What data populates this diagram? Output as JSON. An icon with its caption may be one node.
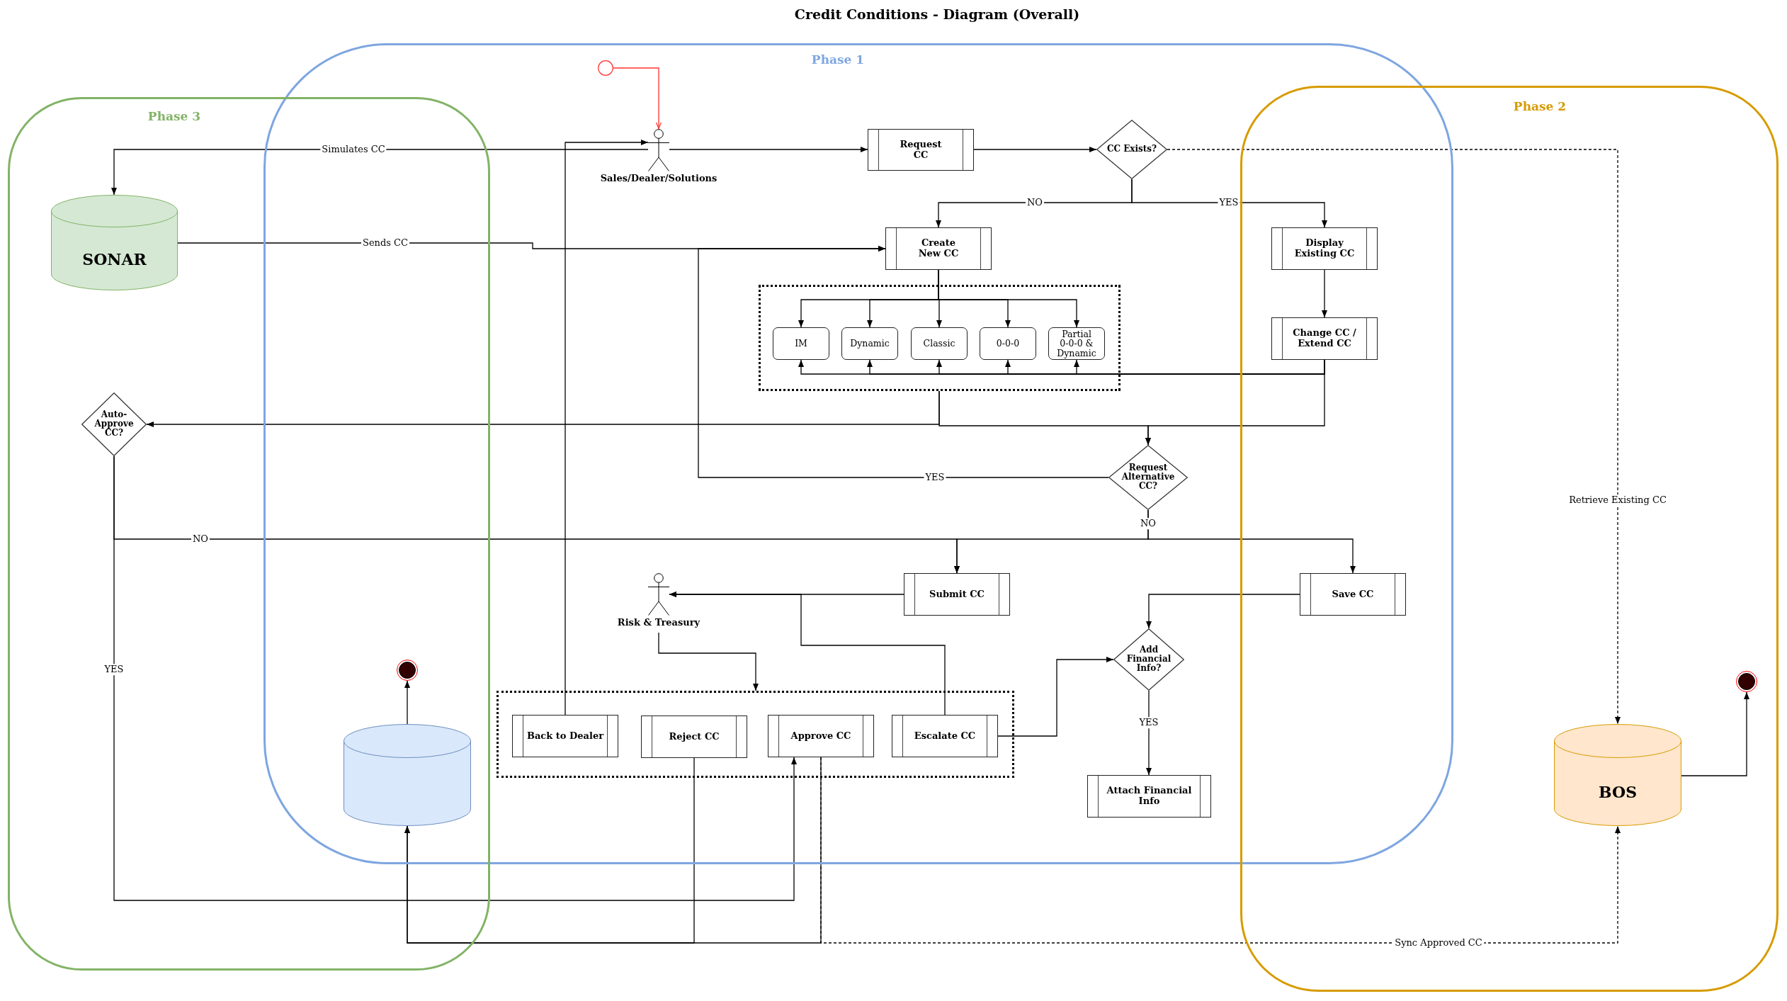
{
  "diagram": {
    "title": "Credit Conditions - Diagram (Overall)",
    "nodes": [
      {
        "text": [
          "Phase 1"
        ]
      },
      {
        "text": [
          "Phase 3"
        ]
      },
      {
        "text": [
          "Phase 2"
        ]
      },
      {
        "text": [],
        "shape": "circle",
        "in": 0
      },
      {
        "text": [
          "Sales/Dealer/Solutions"
        ],
        "in": 0
      },
      {
        "text": [
          "Request CC"
        ],
        "in": 0
      },
      {
        "text": [
          "CC Exists?"
        ],
        "in": 0
      },
      {
        "text": [
          "SONAR"
        ],
        "in": 1
      },
      {
        "text": [
          "Create New CC"
        ],
        "in": 0
      },
      {
        "text": [
          "Display Existing CC"
        ]
      },
      {
        "text": [],
        "shape": "box",
        "in": 0
      },
      {
        "text": [
          "IM"
        ],
        "in": 10
      },
      {
        "text": [
          "Dynamic"
        ],
        "in": 10
      },
      {
        "text": [
          "Classic"
        ],
        "in": 10
      },
      {
        "text": [
          "0-0-0"
        ],
        "in": 10
      },
      {
        "text": [
          "Partial 0-0-0 & Dynamic"
        ],
        "in": 10
      },
      {
        "text": [
          "Change CC / Extend CC"
        ]
      },
      {
        "text": [
          "Auto-Approve CC?"
        ],
        "in": 1
      },
      {
        "text": [
          "Request Alternative CC?"
        ],
        "in": 0
      },
      {
        "text": [
          "Risk & Treasury"
        ],
        "in": 0
      },
      {
        "text": [
          "Submit CC"
        ],
        "in": 0
      },
      {
        "text": [
          "Save CC"
        ]
      },
      {
        "text": [
          "Add Financial Info?"
        ],
        "in": 0
      },
      {
        "text": [],
        "shape": "circle"
      },
      {
        "text": [],
        "shape": "circle",
        "in": 2
      },
      {
        "text": [],
        "shape": "box",
        "in": 0
      },
      {
        "text": [
          "Back to Dealer"
        ],
        "in": 25
      },
      {
        "text": [
          "Reject CC"
        ],
        "in": 25
      },
      {
        "text": [
          "Approve CC"
        ],
        "in": 25
      },
      {
        "text": [
          "Escalate CC"
        ],
        "in": 25
      },
      {
        "text": [],
        "shape": "cylinder"
      },
      {
        "text": [
          "BOS"
        ],
        "in": 2
      },
      {
        "text": [
          "Attach Financial Info"
        ],
        "in": 0
      }
    ],
    "edges": [
      {
        "from": 3,
        "to": 4,
        "arrow": "to",
        "color": "#ff3333"
      },
      {
        "from": 4,
        "to": 5,
        "arrow": "to"
      },
      {
        "from": 4,
        "to": 7,
        "arrow": "to",
        "label": "Simulates CC"
      },
      {
        "from": 5,
        "to": 6,
        "arrow": "to"
      },
      {
        "from": 6,
        "to": 8,
        "arrow": "to",
        "label": "NO"
      },
      {
        "from": 6,
        "to": 9,
        "arrow": "to",
        "label": "YES"
      },
      {
        "from": 6,
        "to": 31,
        "arrow": "to",
        "label": "Retrieve Existing CC",
        "style": "dashed"
      },
      {
        "from": 7,
        "to": 8,
        "arrow": "to",
        "label": "Sends CC"
      },
      {
        "from": 8,
        "to": 11,
        "arrow": "to"
      },
      {
        "from": 8,
        "to": 12,
        "arrow": "to"
      },
      {
        "from": 8,
        "to": 13,
        "arrow": "to"
      },
      {
        "from": 8,
        "to": 14,
        "arrow": "to"
      },
      {
        "from": 8,
        "to": 15,
        "arrow": "to"
      },
      {
        "from": 9,
        "to": 16,
        "arrow": "to"
      },
      {
        "from": 16,
        "to": 11,
        "arrow": "to"
      },
      {
        "from": 16,
        "to": 12,
        "arrow": "to"
      },
      {
        "from": 16,
        "to": 13,
        "arrow": "to"
      },
      {
        "from": 16,
        "to": 14,
        "arrow": "to"
      },
      {
        "from": 16,
        "to": 15,
        "arrow": "to"
      },
      {
        "from": 10,
        "to": 17,
        "arrow": "to"
      },
      {
        "from": 10,
        "to": 18,
        "arrow": "to"
      },
      {
        "from": 16,
        "to": 18,
        "arrow": "to"
      },
      {
        "from": 18,
        "to": 8,
        "arrow": "to",
        "label": "YES"
      },
      {
        "from": 18,
        "to": 20,
        "arrow": "to",
        "label": "NO"
      },
      {
        "from": 18,
        "to": 21,
        "arrow": "to"
      },
      {
        "from": 17,
        "to": 20,
        "arrow": "to",
        "label": "NO"
      },
      {
        "from": 17,
        "to": 28,
        "arrow": "to",
        "label": "YES"
      },
      {
        "from": 20,
        "to": 19,
        "arrow": "to"
      },
      {
        "from": 29,
        "to": 19,
        "arrow": "to"
      },
      {
        "from": 19,
        "to": 25,
        "arrow": "to"
      },
      {
        "from": 26,
        "to": 4,
        "arrow": "to"
      },
      {
        "from": 27,
        "to": 30,
        "arrow": "to"
      },
      {
        "from": 28,
        "to": 30,
        "arrow": "to"
      },
      {
        "from": 28,
        "to": 31,
        "arrow": "to",
        "label": "Sync Approved CC",
        "style": "dashed"
      },
      {
        "from": 29,
        "to": 22,
        "arrow": "to"
      },
      {
        "from": 21,
        "to": 22,
        "arrow": "to"
      },
      {
        "from": 22,
        "to": 32,
        "arrow": "to",
        "label": "YES"
      },
      {
        "from": 30,
        "to": 23,
        "arrow": "to"
      },
      {
        "from": 31,
        "to": 24,
        "arrow": "to"
      }
    ]
  }
}
